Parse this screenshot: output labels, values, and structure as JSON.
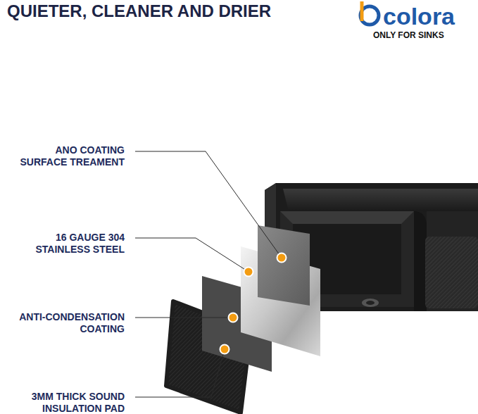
{
  "diagram": {
    "title": "QUIETER, CLEANER AND DRIER",
    "labels": [
      "colora",
      "ONLY FOR SINKS",
      "ANO COATING SURFACE TREAMENT",
      "16 GAUGE 304 STAINLESS STEEL",
      "ANTI-CONDENSATION COATING",
      "3MM THICK SOUND INSULATION PAD"
    ]
  }
}
